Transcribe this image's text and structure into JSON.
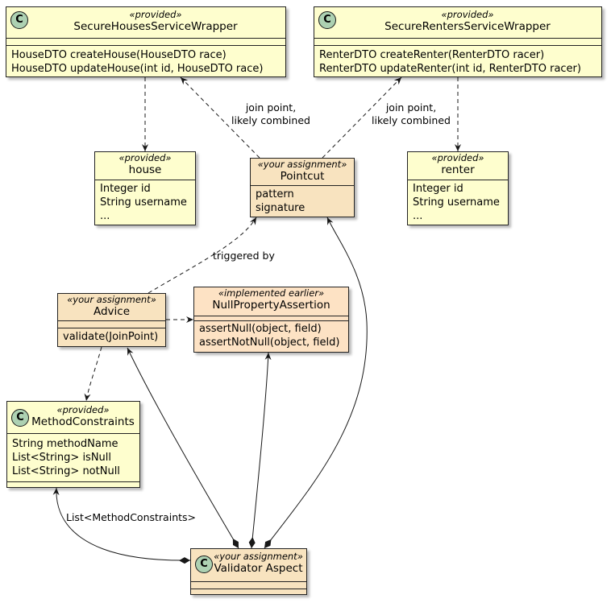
{
  "classes": {
    "houses_wrapper": {
      "stereotype": "«provided»",
      "name": "SecureHousesServiceWrapper",
      "methods": [
        "HouseDTO createHouse(HouseDTO race)",
        "HouseDTO updateHouse(int id, HouseDTO race)"
      ]
    },
    "renters_wrapper": {
      "stereotype": "«provided»",
      "name": "SecureRentersServiceWrapper",
      "methods": [
        "RenterDTO createRenter(RenterDTO racer)",
        "RenterDTO updateRenter(int id, RenterDTO racer)"
      ]
    },
    "house": {
      "stereotype": "«provided»",
      "name": "house",
      "fields": [
        "Integer id",
        "String username",
        "..."
      ]
    },
    "pointcut": {
      "stereotype": "«your assignment»",
      "name": "Pointcut",
      "fields": [
        "pattern",
        "signature"
      ]
    },
    "renter": {
      "stereotype": "«provided»",
      "name": "renter",
      "fields": [
        "Integer id",
        "String username",
        "..."
      ]
    },
    "advice": {
      "stereotype": "«your assignment»",
      "name": "Advice",
      "methods": [
        "validate(JoinPoint)"
      ]
    },
    "null_assertion": {
      "stereotype": "«implemented earlier»",
      "name": "NullPropertyAssertion",
      "methods": [
        "assertNull(object, field)",
        "assertNotNull(object, field)"
      ]
    },
    "method_constraints": {
      "stereotype": "«provided»",
      "name": "MethodConstraints",
      "fields": [
        "String methodName",
        "List<String> isNull",
        "List<String> notNull"
      ]
    },
    "validator_aspect": {
      "stereotype": "«your assignment»",
      "name": "Validator Aspect"
    }
  },
  "class_icon_letter": "C",
  "edge_labels": {
    "join_left": [
      "join point,",
      "likely combined"
    ],
    "join_right": [
      "join point,",
      "likely combined"
    ],
    "triggered_by": "triggered by",
    "constraints_list": "List<MethodConstraints>"
  },
  "colors": {
    "provided_fill": "#fefece",
    "assignment_fill": "#f8e3bf",
    "earlier_fill": "#fde2c4",
    "icon_fill": "#add1b2",
    "line": "#181818"
  }
}
